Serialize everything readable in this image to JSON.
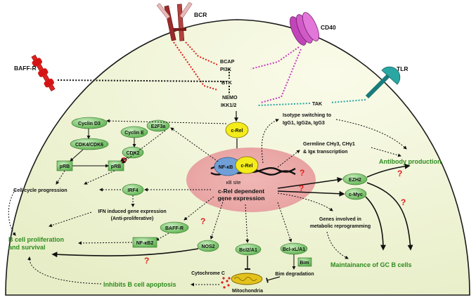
{
  "receptors": {
    "bcr": "BCR",
    "cd40": "CD40",
    "baffr": "BAFF-R",
    "tlr": "TLR"
  },
  "signaling": {
    "bcap": "BCAP",
    "pi3k": "PI3K",
    "btk": "BTK",
    "nemo": "NEMO",
    "ikk": "IKK1/2",
    "tak": "TAK"
  },
  "crel": "c-Rel",
  "complex": {
    "nfkb": "NF-κB",
    "crel": "c-Rel",
    "site": "κB site"
  },
  "center": {
    "line1": "c-Rel dependent",
    "line2": "gene expression"
  },
  "cell_cycle": {
    "cyclin_d3": "Cyclin D3",
    "cdk46": "CDK4/CDK6",
    "e2f3a": "E2F3a",
    "cyclin_e": "Cyclin E",
    "cdk2": "CDK2",
    "prb1": "pRB",
    "prb2": "pRB",
    "p": "P"
  },
  "cell_cycle_progression": "Cell cycle progression",
  "irf4": "IRF4",
  "ifn": {
    "line1": "IFN induced gene expression",
    "line2": "(Anti-proliferative)"
  },
  "baffr_box": "BAFF-R",
  "nfkb2": "NF-κB2",
  "nos2": "NOS2",
  "bcl2a1": "Bcl2/A1",
  "bclxl": "Bcl-xL/A1",
  "bim": "Bim",
  "bim_deg": "Bim degradation",
  "cytochrome": "Cytochrome C",
  "mito": "Mitochondria",
  "isotype": {
    "line1": "Isotype switching to",
    "line2": "IgG1, IgG2a, IgG3"
  },
  "germline": {
    "line1": "Germline CHγ3, CHγ1",
    "line2": "& Igκ transcription"
  },
  "ezh2": "EZH2",
  "cmyc": "c-Myc",
  "metabolic": {
    "line1": "Genes involved in",
    "line2": "metabolic reprogramming"
  },
  "outcomes": {
    "antibody": "Antibody production",
    "prolif1": "B cell proliferation",
    "prolif2": "and survival",
    "apoptosis": "Inhibits B cell apoptosis",
    "gc": "Maintainance of GC B cells"
  },
  "question_mark": "?",
  "colors": {
    "cell_fill": "#eef3d2",
    "node_green": "#6cc25d",
    "crel_yellow": "#f4ec1a",
    "nfkb_blue": "#6f9fd6",
    "halo": "#e9a7a6",
    "outcome_text": "#2e8b1e",
    "question": "#e0201b"
  }
}
